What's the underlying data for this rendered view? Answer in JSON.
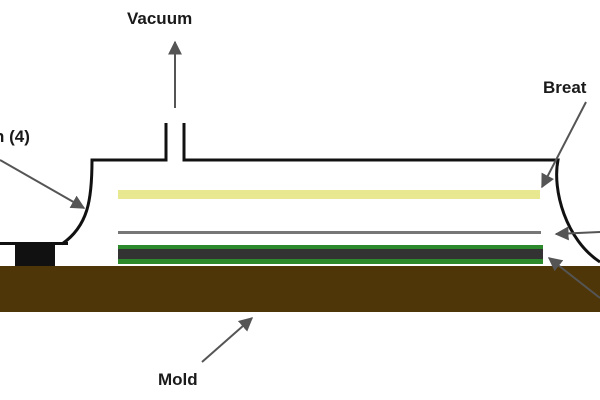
{
  "labels": {
    "vacuum": "Vacuum",
    "membrane": "n (4)",
    "breather": "Breat",
    "mold": "Mold"
  },
  "colors": {
    "mold": "#4e3608",
    "breather_layer": "#e7e88f",
    "film_layer": "#777777",
    "fabric_layer": "#2c8a2c",
    "laminate_layer": "#333333",
    "sealant": "#111111",
    "bag_outline": "#111111",
    "arrow": "#555555"
  }
}
